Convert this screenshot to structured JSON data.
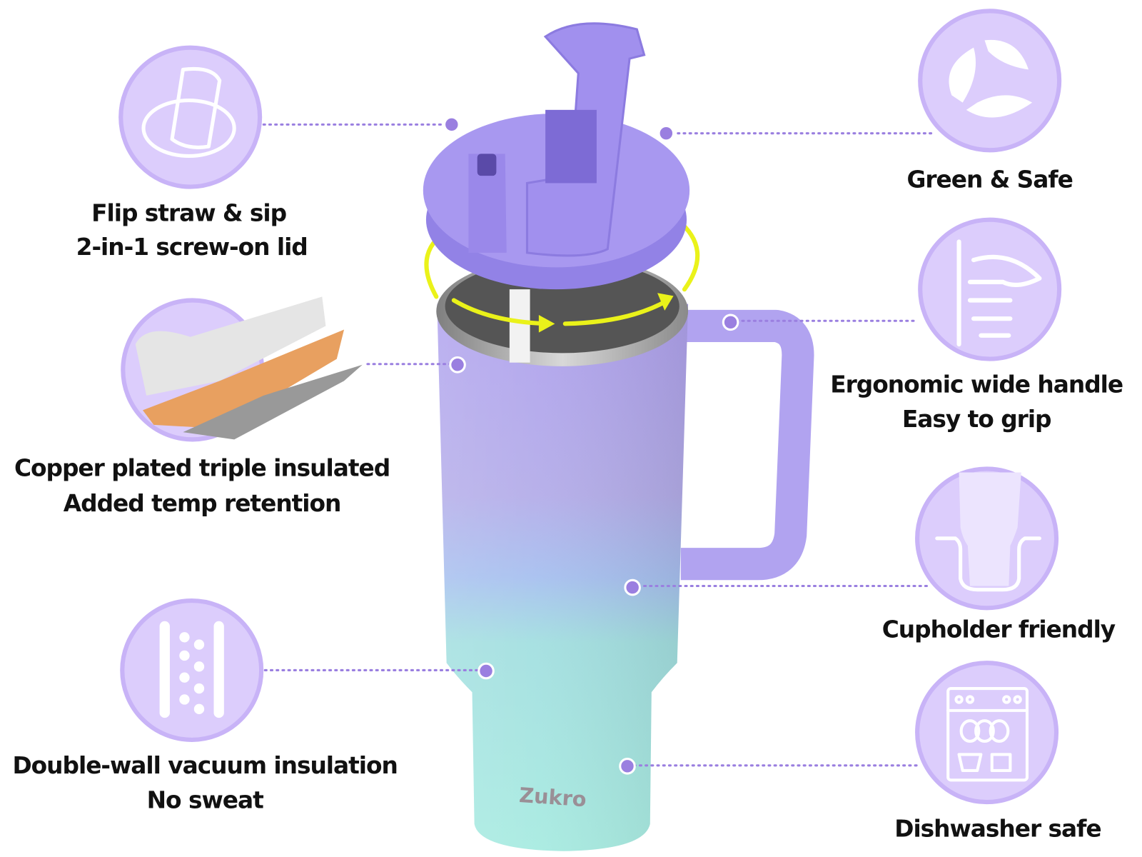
{
  "brand": "Zukro",
  "colors": {
    "accent": "#9a7fe0",
    "circle": "#dccdfc",
    "lid": "#a796ef",
    "body_top": "#b3a6ee",
    "body_bottom": "#a6e8df",
    "arrow": "#eaf21a"
  },
  "features": {
    "left": [
      {
        "icon": "lid-icon",
        "line1": "Flip straw & sip",
        "line2": "2-in-1 screw-on lid"
      },
      {
        "icon": "copper-layers-icon",
        "line1": "Copper plated triple insulated",
        "line2": "Added temp retention"
      },
      {
        "icon": "vacuum-wall-icon",
        "line1": "Double-wall vacuum insulation",
        "line2": "No sweat"
      }
    ],
    "right": [
      {
        "icon": "leaf-recycle-icon",
        "line1": "Green & Safe"
      },
      {
        "icon": "hand-grip-icon",
        "line1": "Ergonomic wide handle",
        "line2": "Easy to grip"
      },
      {
        "icon": "cupholder-icon",
        "line1": "Cupholder friendly"
      },
      {
        "icon": "dishwasher-icon",
        "line1": "Dishwasher safe"
      }
    ]
  }
}
